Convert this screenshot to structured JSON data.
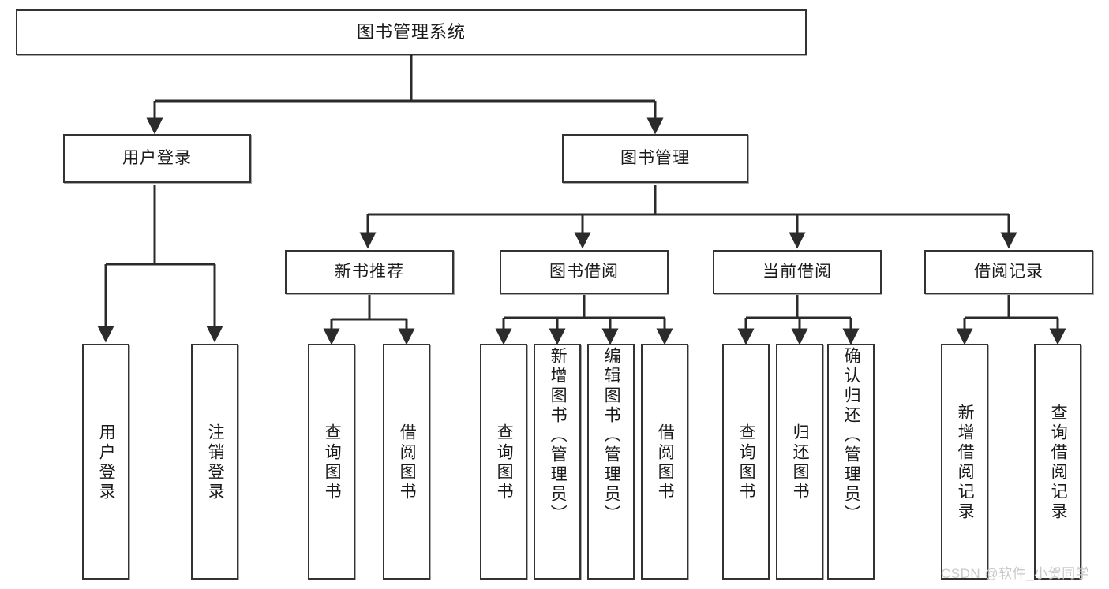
{
  "diagram": {
    "title": "图书管理系统",
    "type": "tree-hierarchy",
    "watermark": "CSDN @软件_小贺同学",
    "colors": {
      "box_border": "#333333",
      "box_fill": "#ffffff",
      "edge": "#2b2b2b",
      "text": "#1a1a1a",
      "watermark": "#c9c9c9"
    },
    "root": {
      "label": "图书管理系统"
    },
    "level1": [
      {
        "id": "user-login",
        "label": "用户登录"
      },
      {
        "id": "book-management",
        "label": "图书管理"
      }
    ],
    "level2": [
      {
        "id": "new-book-recommend",
        "label": "新书推荐",
        "parent": "book-management"
      },
      {
        "id": "book-borrow",
        "label": "图书借阅",
        "parent": "book-management"
      },
      {
        "id": "current-borrow",
        "label": "当前借阅",
        "parent": "book-management"
      },
      {
        "id": "borrow-record",
        "label": "借阅记录",
        "parent": "book-management"
      }
    ],
    "leaves": {
      "user_login": [
        {
          "id": "leaf-user-login",
          "label": "用户登录"
        },
        {
          "id": "leaf-logout-login",
          "label": "注销登录"
        }
      ],
      "new_book_recommend": [
        {
          "id": "leaf-query-book-1",
          "label": "查询图书"
        },
        {
          "id": "leaf-borrow-book-1",
          "label": "借阅图书"
        }
      ],
      "book_borrow": [
        {
          "id": "leaf-query-book-2",
          "label": "查询图书"
        },
        {
          "id": "leaf-add-book",
          "label": "新增图书（管理员）"
        },
        {
          "id": "leaf-edit-book",
          "label": "编辑图书（管理员）"
        },
        {
          "id": "leaf-borrow-book-2",
          "label": "借阅图书"
        }
      ],
      "current_borrow": [
        {
          "id": "leaf-query-book-3",
          "label": "查询图书"
        },
        {
          "id": "leaf-return-book",
          "label": "归还图书"
        },
        {
          "id": "leaf-confirm-return",
          "label": "确认归还（管理员）"
        }
      ],
      "borrow_record": [
        {
          "id": "leaf-add-record",
          "label": "新增借阅记录"
        },
        {
          "id": "leaf-query-record",
          "label": "查询借阅记录"
        }
      ]
    }
  }
}
